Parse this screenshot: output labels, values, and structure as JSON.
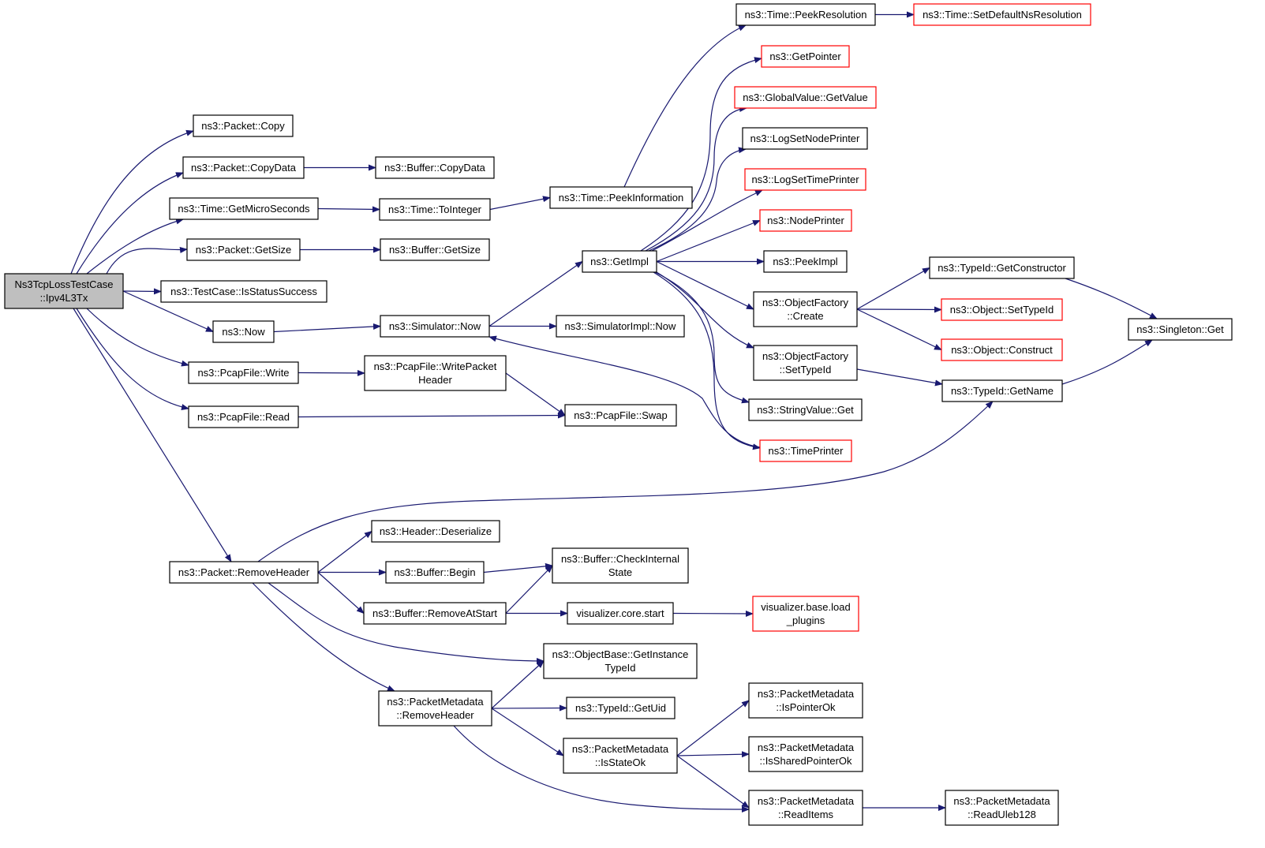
{
  "colors": {
    "edge": "#191970",
    "root_fill": "#bfbfbf",
    "node_fill": "#ffffff",
    "node_border": "#000000",
    "truncated_border": "#ff0000"
  },
  "nodes": {
    "root": {
      "lines": [
        "Ns3TcpLossTestCase",
        "::Ipv4L3Tx"
      ],
      "kind": "root"
    },
    "packet_copy": {
      "lines": [
        "ns3::Packet::Copy"
      ],
      "kind": "normal"
    },
    "packet_copydata": {
      "lines": [
        "ns3::Packet::CopyData"
      ],
      "kind": "normal"
    },
    "buffer_copydata": {
      "lines": [
        "ns3::Buffer::CopyData"
      ],
      "kind": "normal"
    },
    "time_getmicroseconds": {
      "lines": [
        "ns3::Time::GetMicroSeconds"
      ],
      "kind": "normal"
    },
    "time_tointeger": {
      "lines": [
        "ns3::Time::ToInteger"
      ],
      "kind": "normal"
    },
    "time_peekinformation": {
      "lines": [
        "ns3::Time::PeekInformation"
      ],
      "kind": "normal"
    },
    "time_peekresolution": {
      "lines": [
        "ns3::Time::PeekResolution"
      ],
      "kind": "normal"
    },
    "time_setdefaultnsresolution": {
      "lines": [
        "ns3::Time::SetDefaultNsResolution"
      ],
      "kind": "truncated"
    },
    "packet_getsize": {
      "lines": [
        "ns3::Packet::GetSize"
      ],
      "kind": "normal"
    },
    "buffer_getsize": {
      "lines": [
        "ns3::Buffer::GetSize"
      ],
      "kind": "normal"
    },
    "testcase_isstatussuccess": {
      "lines": [
        "ns3::TestCase::IsStatusSuccess"
      ],
      "kind": "normal"
    },
    "now": {
      "lines": [
        "ns3::Now"
      ],
      "kind": "normal"
    },
    "simulator_now": {
      "lines": [
        "ns3::Simulator::Now"
      ],
      "kind": "normal"
    },
    "simulatorimpl_now": {
      "lines": [
        "ns3::SimulatorImpl::Now"
      ],
      "kind": "normal"
    },
    "getimpl": {
      "lines": [
        "ns3::GetImpl"
      ],
      "kind": "normal"
    },
    "getpointer": {
      "lines": [
        "ns3::GetPointer"
      ],
      "kind": "truncated"
    },
    "globalvalue_getvalue": {
      "lines": [
        "ns3::GlobalValue::GetValue"
      ],
      "kind": "truncated"
    },
    "logsetnodeprinter": {
      "lines": [
        "ns3::LogSetNodePrinter"
      ],
      "kind": "normal"
    },
    "logsettimeprinter": {
      "lines": [
        "ns3::LogSetTimePrinter"
      ],
      "kind": "truncated"
    },
    "nodeprinter": {
      "lines": [
        "ns3::NodePrinter"
      ],
      "kind": "truncated"
    },
    "peekimpl": {
      "lines": [
        "ns3::PeekImpl"
      ],
      "kind": "normal"
    },
    "objectfactory_create": {
      "lines": [
        "ns3::ObjectFactory",
        "::Create"
      ],
      "kind": "normal"
    },
    "objectfactory_settypeid": {
      "lines": [
        "ns3::ObjectFactory",
        "::SetTypeId"
      ],
      "kind": "normal"
    },
    "stringvalue_get": {
      "lines": [
        "ns3::StringValue::Get"
      ],
      "kind": "normal"
    },
    "timeprinter": {
      "lines": [
        "ns3::TimePrinter"
      ],
      "kind": "truncated"
    },
    "typeid_getconstructor": {
      "lines": [
        "ns3::TypeId::GetConstructor"
      ],
      "kind": "normal"
    },
    "object_settypeid": {
      "lines": [
        "ns3::Object::SetTypeId"
      ],
      "kind": "truncated"
    },
    "object_construct": {
      "lines": [
        "ns3::Object::Construct"
      ],
      "kind": "truncated"
    },
    "typeid_getname": {
      "lines": [
        "ns3::TypeId::GetName"
      ],
      "kind": "normal"
    },
    "singleton_get": {
      "lines": [
        "ns3::Singleton::Get"
      ],
      "kind": "normal"
    },
    "pcapfile_write": {
      "lines": [
        "ns3::PcapFile::Write"
      ],
      "kind": "normal"
    },
    "pcapfile_writepacketheader": {
      "lines": [
        "ns3::PcapFile::WritePacket",
        "Header"
      ],
      "kind": "normal"
    },
    "pcapfile_read": {
      "lines": [
        "ns3::PcapFile::Read"
      ],
      "kind": "normal"
    },
    "pcapfile_swap": {
      "lines": [
        "ns3::PcapFile::Swap"
      ],
      "kind": "normal"
    },
    "packet_removeheader": {
      "lines": [
        "ns3::Packet::RemoveHeader"
      ],
      "kind": "normal"
    },
    "header_deserialize": {
      "lines": [
        "ns3::Header::Deserialize"
      ],
      "kind": "normal"
    },
    "buffer_begin": {
      "lines": [
        "ns3::Buffer::Begin"
      ],
      "kind": "normal"
    },
    "buffer_checkinternalstate": {
      "lines": [
        "ns3::Buffer::CheckInternal",
        "State"
      ],
      "kind": "normal"
    },
    "buffer_removeatstart": {
      "lines": [
        "ns3::Buffer::RemoveAtStart"
      ],
      "kind": "normal"
    },
    "visualizer_core_start": {
      "lines": [
        "visualizer.core.start"
      ],
      "kind": "normal"
    },
    "visualizer_base_load_plugins": {
      "lines": [
        "visualizer.base.load",
        "_plugins"
      ],
      "kind": "truncated"
    },
    "objectbase_getinstancetypeid": {
      "lines": [
        "ns3::ObjectBase::GetInstance",
        "TypeId"
      ],
      "kind": "normal"
    },
    "packetmetadata_removeheader": {
      "lines": [
        "ns3::PacketMetadata",
        "::RemoveHeader"
      ],
      "kind": "normal"
    },
    "typeid_getuid": {
      "lines": [
        "ns3::TypeId::GetUid"
      ],
      "kind": "normal"
    },
    "packetmetadata_isstateok": {
      "lines": [
        "ns3::PacketMetadata",
        "::IsStateOk"
      ],
      "kind": "normal"
    },
    "packetmetadata_ispointerok": {
      "lines": [
        "ns3::PacketMetadata",
        "::IsPointerOk"
      ],
      "kind": "normal"
    },
    "packetmetadata_issharedpointerok": {
      "lines": [
        "ns3::PacketMetadata",
        "::IsSharedPointerOk"
      ],
      "kind": "normal"
    },
    "packetmetadata_readitems": {
      "lines": [
        "ns3::PacketMetadata",
        "::ReadItems"
      ],
      "kind": "normal"
    },
    "packetmetadata_readuleb128": {
      "lines": [
        "ns3::PacketMetadata",
        "::ReadUleb128"
      ],
      "kind": "normal"
    }
  },
  "edges": [
    [
      "root",
      "packet_copy"
    ],
    [
      "root",
      "packet_copydata"
    ],
    [
      "root",
      "time_getmicroseconds"
    ],
    [
      "root",
      "packet_getsize"
    ],
    [
      "root",
      "testcase_isstatussuccess"
    ],
    [
      "root",
      "now"
    ],
    [
      "root",
      "pcapfile_write"
    ],
    [
      "root",
      "pcapfile_read"
    ],
    [
      "root",
      "packet_removeheader"
    ],
    [
      "packet_copydata",
      "buffer_copydata"
    ],
    [
      "time_getmicroseconds",
      "time_tointeger"
    ],
    [
      "time_tointeger",
      "time_peekinformation"
    ],
    [
      "time_peekinformation",
      "time_peekresolution"
    ],
    [
      "time_peekresolution",
      "time_setdefaultnsresolution"
    ],
    [
      "packet_getsize",
      "buffer_getsize"
    ],
    [
      "now",
      "simulator_now"
    ],
    [
      "simulator_now",
      "getimpl"
    ],
    [
      "simulator_now",
      "simulatorimpl_now"
    ],
    [
      "getimpl",
      "getpointer"
    ],
    [
      "getimpl",
      "globalvalue_getvalue"
    ],
    [
      "getimpl",
      "logsetnodeprinter"
    ],
    [
      "getimpl",
      "logsettimeprinter"
    ],
    [
      "getimpl",
      "nodeprinter"
    ],
    [
      "getimpl",
      "peekimpl"
    ],
    [
      "getimpl",
      "objectfactory_create"
    ],
    [
      "getimpl",
      "objectfactory_settypeid"
    ],
    [
      "getimpl",
      "stringvalue_get"
    ],
    [
      "getimpl",
      "timeprinter"
    ],
    [
      "timeprinter",
      "simulator_now"
    ],
    [
      "objectfactory_create",
      "typeid_getconstructor"
    ],
    [
      "objectfactory_create",
      "object_settypeid"
    ],
    [
      "objectfactory_create",
      "object_construct"
    ],
    [
      "objectfactory_settypeid",
      "typeid_getname"
    ],
    [
      "typeid_getconstructor",
      "singleton_get"
    ],
    [
      "typeid_getname",
      "singleton_get"
    ],
    [
      "pcapfile_write",
      "pcapfile_writepacketheader"
    ],
    [
      "pcapfile_writepacketheader",
      "pcapfile_swap"
    ],
    [
      "pcapfile_read",
      "pcapfile_swap"
    ],
    [
      "packet_removeheader",
      "typeid_getname"
    ],
    [
      "packet_removeheader",
      "header_deserialize"
    ],
    [
      "packet_removeheader",
      "buffer_begin"
    ],
    [
      "packet_removeheader",
      "buffer_removeatstart"
    ],
    [
      "packet_removeheader",
      "objectbase_getinstancetypeid"
    ],
    [
      "packet_removeheader",
      "packetmetadata_removeheader"
    ],
    [
      "buffer_begin",
      "buffer_checkinternalstate"
    ],
    [
      "buffer_removeatstart",
      "buffer_checkinternalstate"
    ],
    [
      "buffer_removeatstart",
      "visualizer_core_start"
    ],
    [
      "visualizer_core_start",
      "visualizer_base_load_plugins"
    ],
    [
      "packetmetadata_removeheader",
      "objectbase_getinstancetypeid"
    ],
    [
      "packetmetadata_removeheader",
      "typeid_getuid"
    ],
    [
      "packetmetadata_removeheader",
      "packetmetadata_isstateok"
    ],
    [
      "packetmetadata_removeheader",
      "packetmetadata_readitems"
    ],
    [
      "packetmetadata_isstateok",
      "packetmetadata_ispointerok"
    ],
    [
      "packetmetadata_isstateok",
      "packetmetadata_issharedpointerok"
    ],
    [
      "packetmetadata_isstateok",
      "packetmetadata_readitems"
    ],
    [
      "packetmetadata_readitems",
      "packetmetadata_readuleb128"
    ]
  ]
}
